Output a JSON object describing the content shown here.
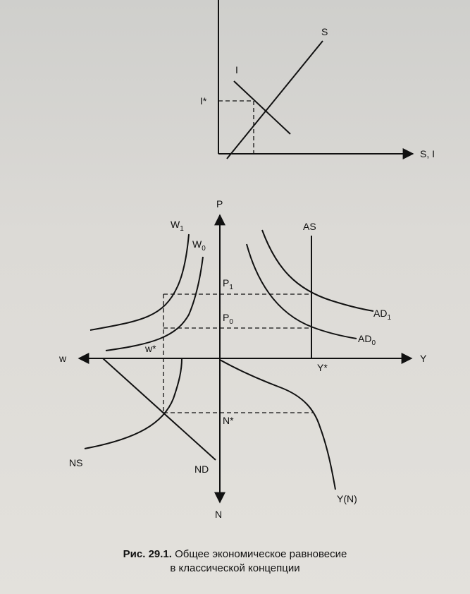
{
  "top_panel": {
    "s_label": "S",
    "i_label": "I",
    "i_star": "I*",
    "x_axis_label": "S, I"
  },
  "bottom_panel": {
    "p_axis": "P",
    "n_axis": "N",
    "w_axis": "w",
    "y_axis": "Y",
    "w1": {
      "base": "W",
      "sub": "1"
    },
    "w0": {
      "base": "W",
      "sub": "0"
    },
    "as_label": "AS",
    "ad1": {
      "base": "AD",
      "sub": "1"
    },
    "ad0": {
      "base": "AD",
      "sub": "0"
    },
    "p1": {
      "base": "P",
      "sub": "1"
    },
    "p0": {
      "base": "P",
      "sub": "0"
    },
    "w_star": "w*",
    "y_star": "Y*",
    "n_star": "N*",
    "ns_label": "NS",
    "nd_label": "ND",
    "yn_label": "Y(N)"
  },
  "caption": {
    "figure": "Рис. 29.1.",
    "line1": " Общее экономическое равновесие",
    "line2": "в классической концепции"
  },
  "colors": {
    "ink": "#111111",
    "paper": "#dcdad6"
  }
}
